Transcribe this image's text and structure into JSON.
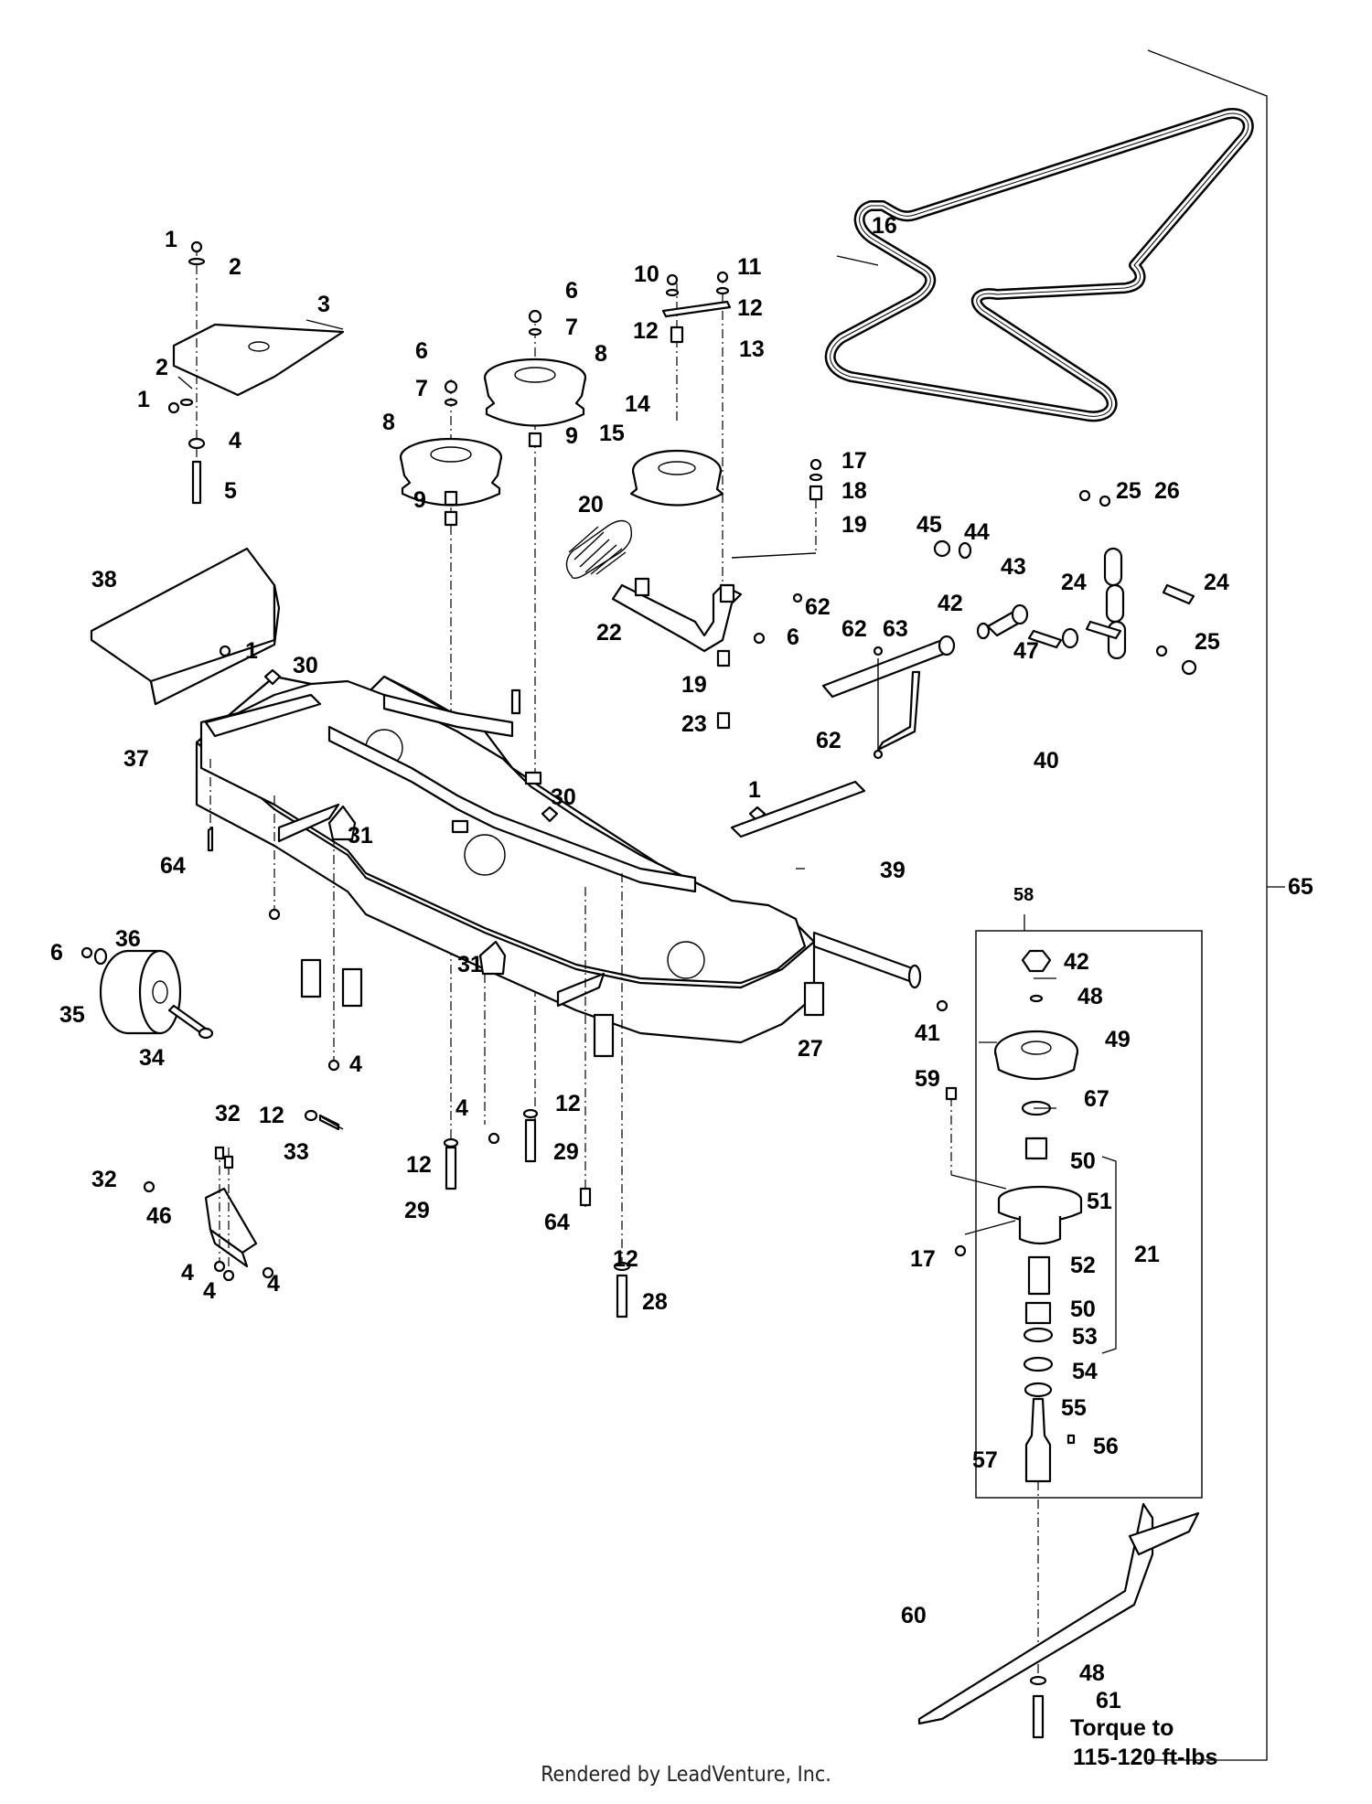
{
  "diagram": {
    "callouts": [
      {
        "id": "c1a",
        "text": "1"
      },
      {
        "id": "c2a",
        "text": "2"
      },
      {
        "id": "c3",
        "text": "3"
      },
      {
        "id": "c2b",
        "text": "2"
      },
      {
        "id": "c1b",
        "text": "1"
      },
      {
        "id": "c4a",
        "text": "4"
      },
      {
        "id": "c5",
        "text": "5"
      },
      {
        "id": "c6a",
        "text": "6"
      },
      {
        "id": "c7a",
        "text": "7"
      },
      {
        "id": "c8a",
        "text": "8"
      },
      {
        "id": "c9a",
        "text": "9"
      },
      {
        "id": "c6b",
        "text": "6"
      },
      {
        "id": "c7b",
        "text": "7"
      },
      {
        "id": "c8b",
        "text": "8"
      },
      {
        "id": "c9b",
        "text": "9"
      },
      {
        "id": "c10",
        "text": "10"
      },
      {
        "id": "c11",
        "text": "11"
      },
      {
        "id": "c12a",
        "text": "12"
      },
      {
        "id": "c12b",
        "text": "12"
      },
      {
        "id": "c13",
        "text": "13"
      },
      {
        "id": "c14",
        "text": "14"
      },
      {
        "id": "c15",
        "text": "15"
      },
      {
        "id": "c16",
        "text": "16"
      },
      {
        "id": "c17a",
        "text": "17"
      },
      {
        "id": "c18",
        "text": "18"
      },
      {
        "id": "c19a",
        "text": "19"
      },
      {
        "id": "c20",
        "text": "20"
      },
      {
        "id": "c22",
        "text": "22"
      },
      {
        "id": "c62a",
        "text": "62"
      },
      {
        "id": "c6c",
        "text": "6"
      },
      {
        "id": "c19b",
        "text": "19"
      },
      {
        "id": "c23",
        "text": "23"
      },
      {
        "id": "c45",
        "text": "45"
      },
      {
        "id": "c44",
        "text": "44"
      },
      {
        "id": "c43",
        "text": "43"
      },
      {
        "id": "c42a",
        "text": "42"
      },
      {
        "id": "c47",
        "text": "47"
      },
      {
        "id": "c62b",
        "text": "62"
      },
      {
        "id": "c63",
        "text": "63"
      },
      {
        "id": "c62c",
        "text": "62"
      },
      {
        "id": "c40",
        "text": "40"
      },
      {
        "id": "c25a",
        "text": "25"
      },
      {
        "id": "c26",
        "text": "26"
      },
      {
        "id": "c24a",
        "text": "24"
      },
      {
        "id": "c24b",
        "text": "24"
      },
      {
        "id": "c25b",
        "text": "25"
      },
      {
        "id": "c38",
        "text": "38"
      },
      {
        "id": "c1c",
        "text": "1"
      },
      {
        "id": "c30a",
        "text": "30"
      },
      {
        "id": "c37",
        "text": "37"
      },
      {
        "id": "c30b",
        "text": "30"
      },
      {
        "id": "c1d",
        "text": "1"
      },
      {
        "id": "c31a",
        "text": "31"
      },
      {
        "id": "c31b",
        "text": "31"
      },
      {
        "id": "c64a",
        "text": "64"
      },
      {
        "id": "c39",
        "text": "39"
      },
      {
        "id": "c65",
        "text": "65"
      },
      {
        "id": "c6d",
        "text": "6"
      },
      {
        "id": "c36",
        "text": "36"
      },
      {
        "id": "c35",
        "text": "35"
      },
      {
        "id": "c34",
        "text": "34"
      },
      {
        "id": "c4b",
        "text": "4"
      },
      {
        "id": "c27",
        "text": "27"
      },
      {
        "id": "c41",
        "text": "41"
      },
      {
        "id": "c12c",
        "text": "12"
      },
      {
        "id": "c33",
        "text": "33"
      },
      {
        "id": "c4c",
        "text": "4"
      },
      {
        "id": "c12d",
        "text": "12"
      },
      {
        "id": "c29a",
        "text": "29"
      },
      {
        "id": "c12e",
        "text": "12"
      },
      {
        "id": "c29b",
        "text": "29"
      },
      {
        "id": "c64b",
        "text": "64"
      },
      {
        "id": "c12f",
        "text": "12"
      },
      {
        "id": "c28",
        "text": "28"
      },
      {
        "id": "c32a",
        "text": "32"
      },
      {
        "id": "c32b",
        "text": "32"
      },
      {
        "id": "c46",
        "text": "46"
      },
      {
        "id": "c4d",
        "text": "4"
      },
      {
        "id": "c4e",
        "text": "4"
      },
      {
        "id": "c4f",
        "text": "4"
      },
      {
        "id": "c58",
        "text": "58"
      },
      {
        "id": "c42b",
        "text": "42"
      },
      {
        "id": "c48a",
        "text": "48"
      },
      {
        "id": "c49",
        "text": "49"
      },
      {
        "id": "c59",
        "text": "59"
      },
      {
        "id": "c67",
        "text": "67"
      },
      {
        "id": "c50a",
        "text": "50"
      },
      {
        "id": "c51",
        "text": "51"
      },
      {
        "id": "c17b",
        "text": "17"
      },
      {
        "id": "c52",
        "text": "52"
      },
      {
        "id": "c21",
        "text": "21"
      },
      {
        "id": "c50b",
        "text": "50"
      },
      {
        "id": "c53",
        "text": "53"
      },
      {
        "id": "c54",
        "text": "54"
      },
      {
        "id": "c55",
        "text": "55"
      },
      {
        "id": "c56",
        "text": "56"
      },
      {
        "id": "c57",
        "text": "57"
      },
      {
        "id": "c60",
        "text": "60"
      },
      {
        "id": "c48b",
        "text": "48"
      },
      {
        "id": "c61",
        "text": "61"
      }
    ],
    "torque_note_line1": "Torque to",
    "torque_note_line2": "115-120 ft-lbs",
    "footer": "Rendered by LeadVenture, Inc."
  }
}
